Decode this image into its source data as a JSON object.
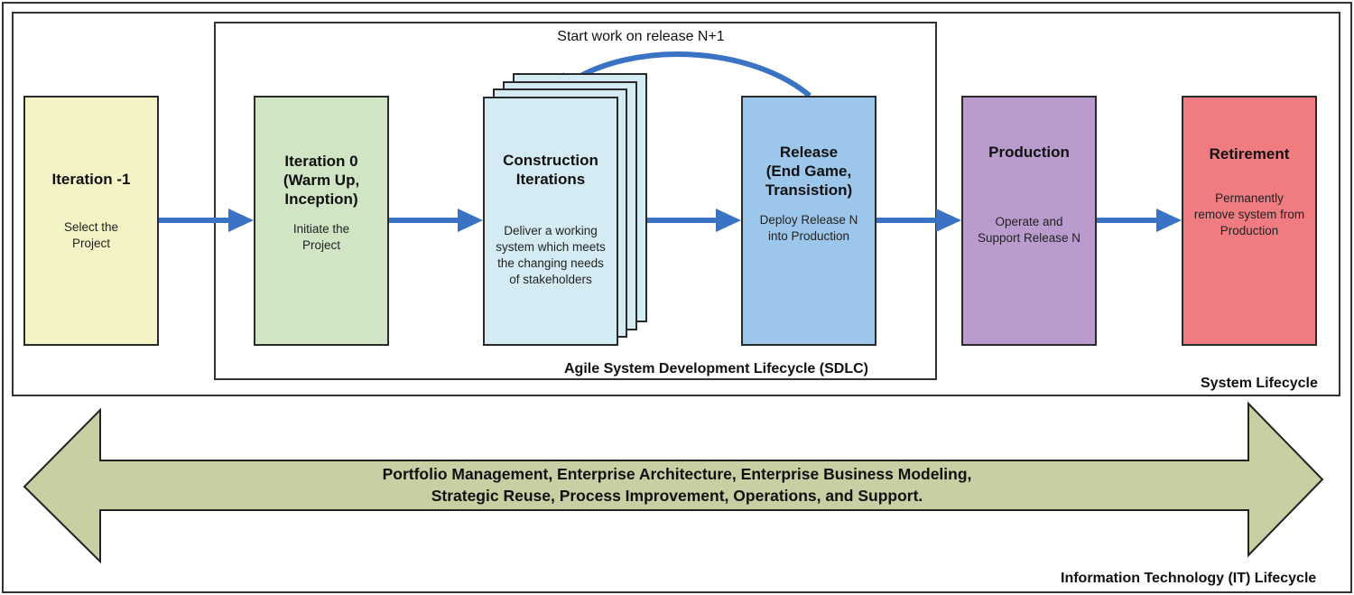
{
  "frames": {
    "it_lifecycle": {
      "label": "Information Technology (IT) Lifecycle"
    },
    "system_lifecycle": {
      "label": "System Lifecycle"
    },
    "agile_sdlc": {
      "label": "Agile System Development Lifecycle (SDLC)"
    }
  },
  "loop_arrow": {
    "label": "Start work on release N+1"
  },
  "stages": [
    {
      "title": "Iteration -1",
      "description": "Select the\nProject",
      "color": "#f3f3c6"
    },
    {
      "title": "Iteration 0\n(Warm Up,\nInception)",
      "description": "Initiate the\nProject",
      "color": "#cfe5c4"
    },
    {
      "title": "Construction\nIterations",
      "description": "Deliver a working\nsystem which meets\nthe changing needs\nof stakeholders",
      "color": "#d5ebf3"
    },
    {
      "title": "Release\n(End Game,\nTransistion)",
      "description": "Deploy Release N\ninto Production",
      "color": "#9dc6eb"
    },
    {
      "title": "Production",
      "description": "Operate and\nSupport Release N",
      "color": "#b99ccd"
    },
    {
      "title": "Retirement",
      "description": "Permanently\nremove system from\nProduction",
      "color": "#f07c82"
    }
  ],
  "it_arrow": {
    "text": "Portfolio Management, Enterprise Architecture, Enterprise Business Modeling,\nStrategic Reuse, Process Improvement, Operations, and Support.",
    "color": "#c8cfa3"
  },
  "flow_arrow_color": "#3b73c4"
}
